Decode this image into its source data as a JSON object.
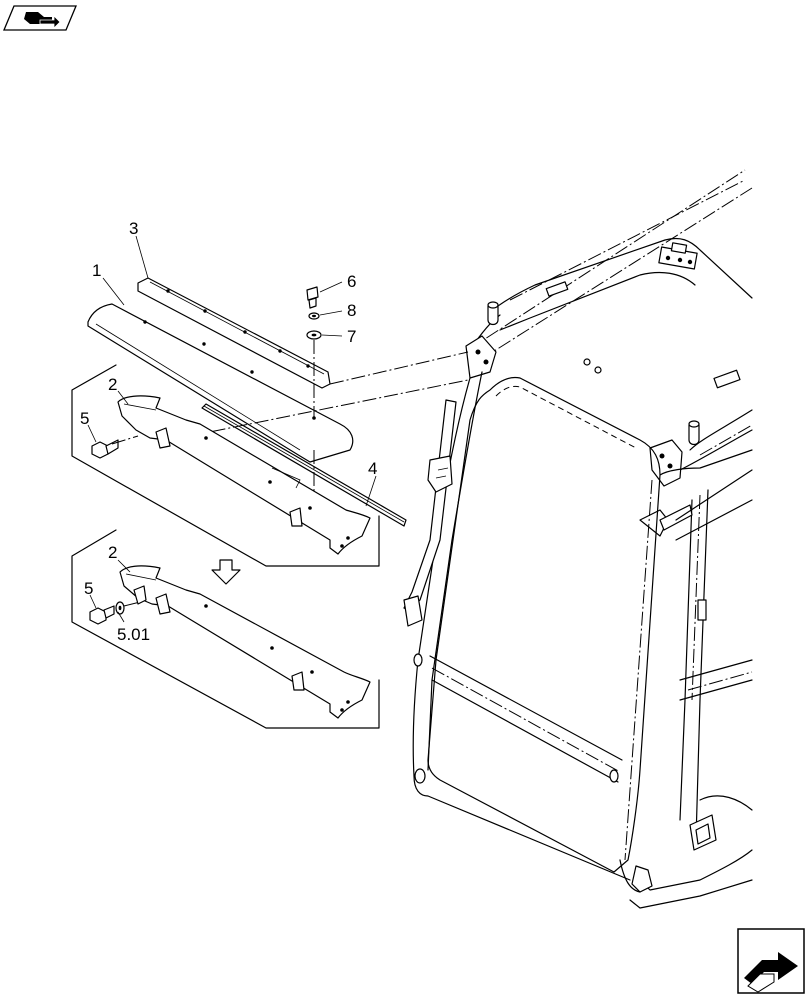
{
  "diagram": {
    "callouts": {
      "c1": "1",
      "c2_top": "2",
      "c2_bottom": "2",
      "c3": "3",
      "c4": "4",
      "c5_top": "5",
      "c5_bottom": "5",
      "c5_01": "5.01",
      "c6": "6",
      "c7": "7",
      "c8": "8"
    }
  },
  "icons": {
    "top_left": "previous-page-icon",
    "bottom_right": "next-page-icon"
  }
}
